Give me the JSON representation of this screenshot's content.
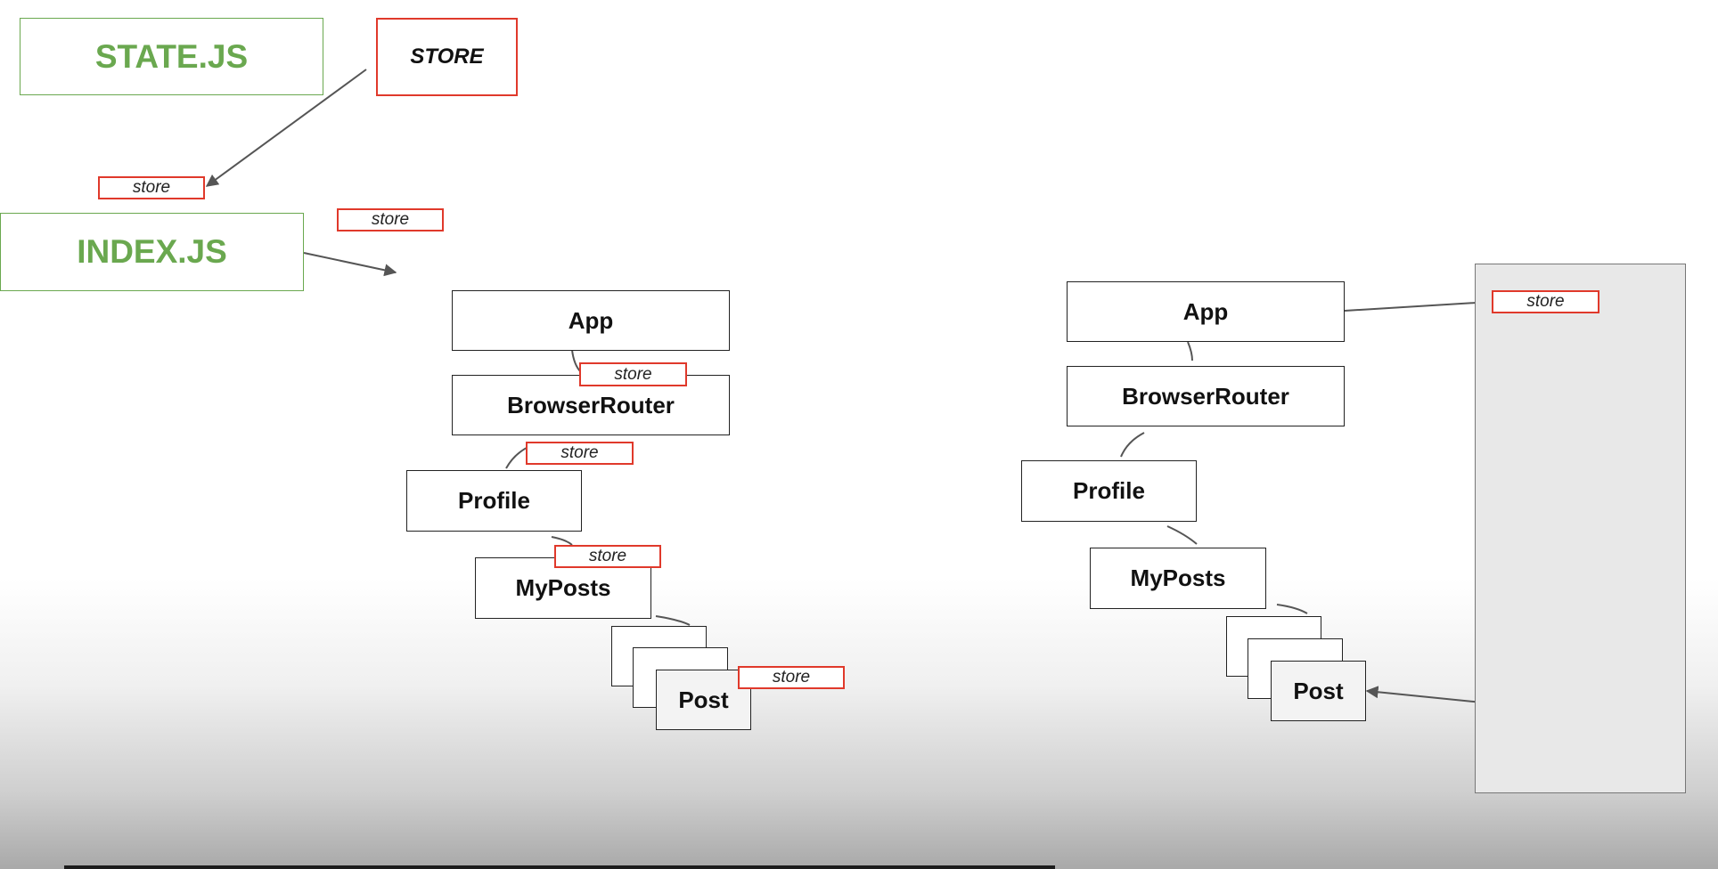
{
  "left_diagram": {
    "state_js": "STATE.JS",
    "store_main": "STORE",
    "index_js": "INDEX.JS",
    "store_tag": "store",
    "components": {
      "app": "App",
      "browser_router": "BrowserRouter",
      "profile": "Profile",
      "my_posts": "MyPosts",
      "post": "Post"
    }
  },
  "right_diagram": {
    "store_tag": "store",
    "components": {
      "app": "App",
      "browser_router": "BrowserRouter",
      "profile": "Profile",
      "my_posts": "MyPosts",
      "post": "Post"
    }
  },
  "colors": {
    "file_label_green": "#6aa84f",
    "store_border_red": "#e0392b",
    "component_border": "#222222",
    "context_panel_fill": "#e8e8e8"
  }
}
